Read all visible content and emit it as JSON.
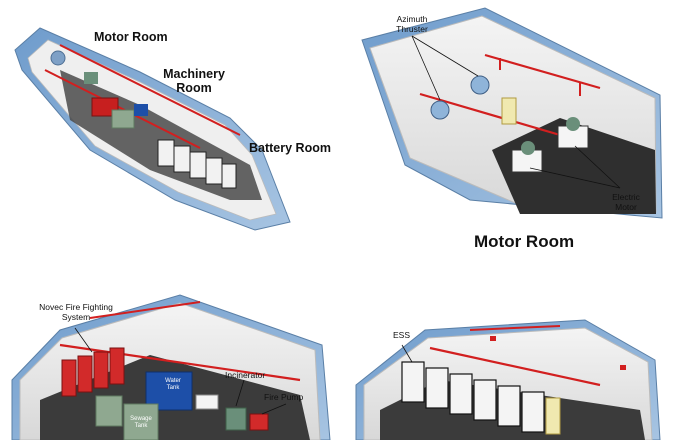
{
  "panels": {
    "overview": {
      "motor_room_label": "Motor Room",
      "machinery_room_label": "Machinery Room",
      "battery_room_label": "Battery Room"
    },
    "motor_room": {
      "title": "Motor Room",
      "azimuth_thruster_label": "Azimuth Thruster",
      "electric_motor_label": "Electric Motor"
    },
    "machinery_room": {
      "novec_label": "Novec Fire Fighting System",
      "incinerator_label": "Incinerator",
      "fire_pump_label": "Fire Pump",
      "water_tank_label": "Water Tank",
      "sewage_tank_label": "Sewage Tank"
    },
    "battery_room": {
      "ess_label": "ESS"
    }
  },
  "colors": {
    "hull_blue": "#8fb4d9",
    "pipe_red": "#d21f1f",
    "floor_dark": "#3b3b3b",
    "tank_green": "#8fa890",
    "tank_blue": "#1d4fa8"
  }
}
